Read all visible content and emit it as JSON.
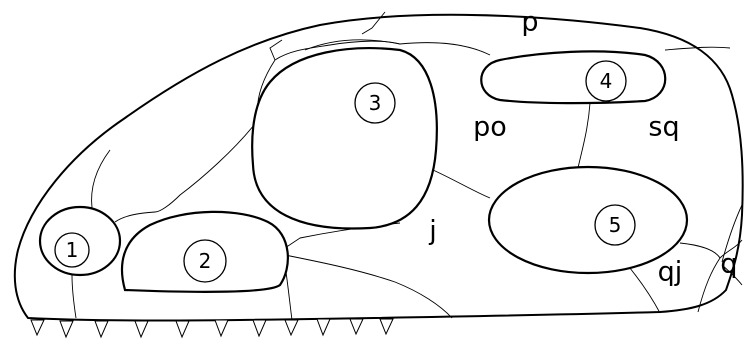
{
  "diagram": {
    "openings": [
      {
        "number": "1"
      },
      {
        "number": "2"
      },
      {
        "number": "3"
      },
      {
        "number": "4"
      },
      {
        "number": "5"
      }
    ],
    "bone_labels": {
      "p": "p",
      "po": "po",
      "sq": "sq",
      "j": "j",
      "qj": "qj",
      "q": "q"
    }
  }
}
